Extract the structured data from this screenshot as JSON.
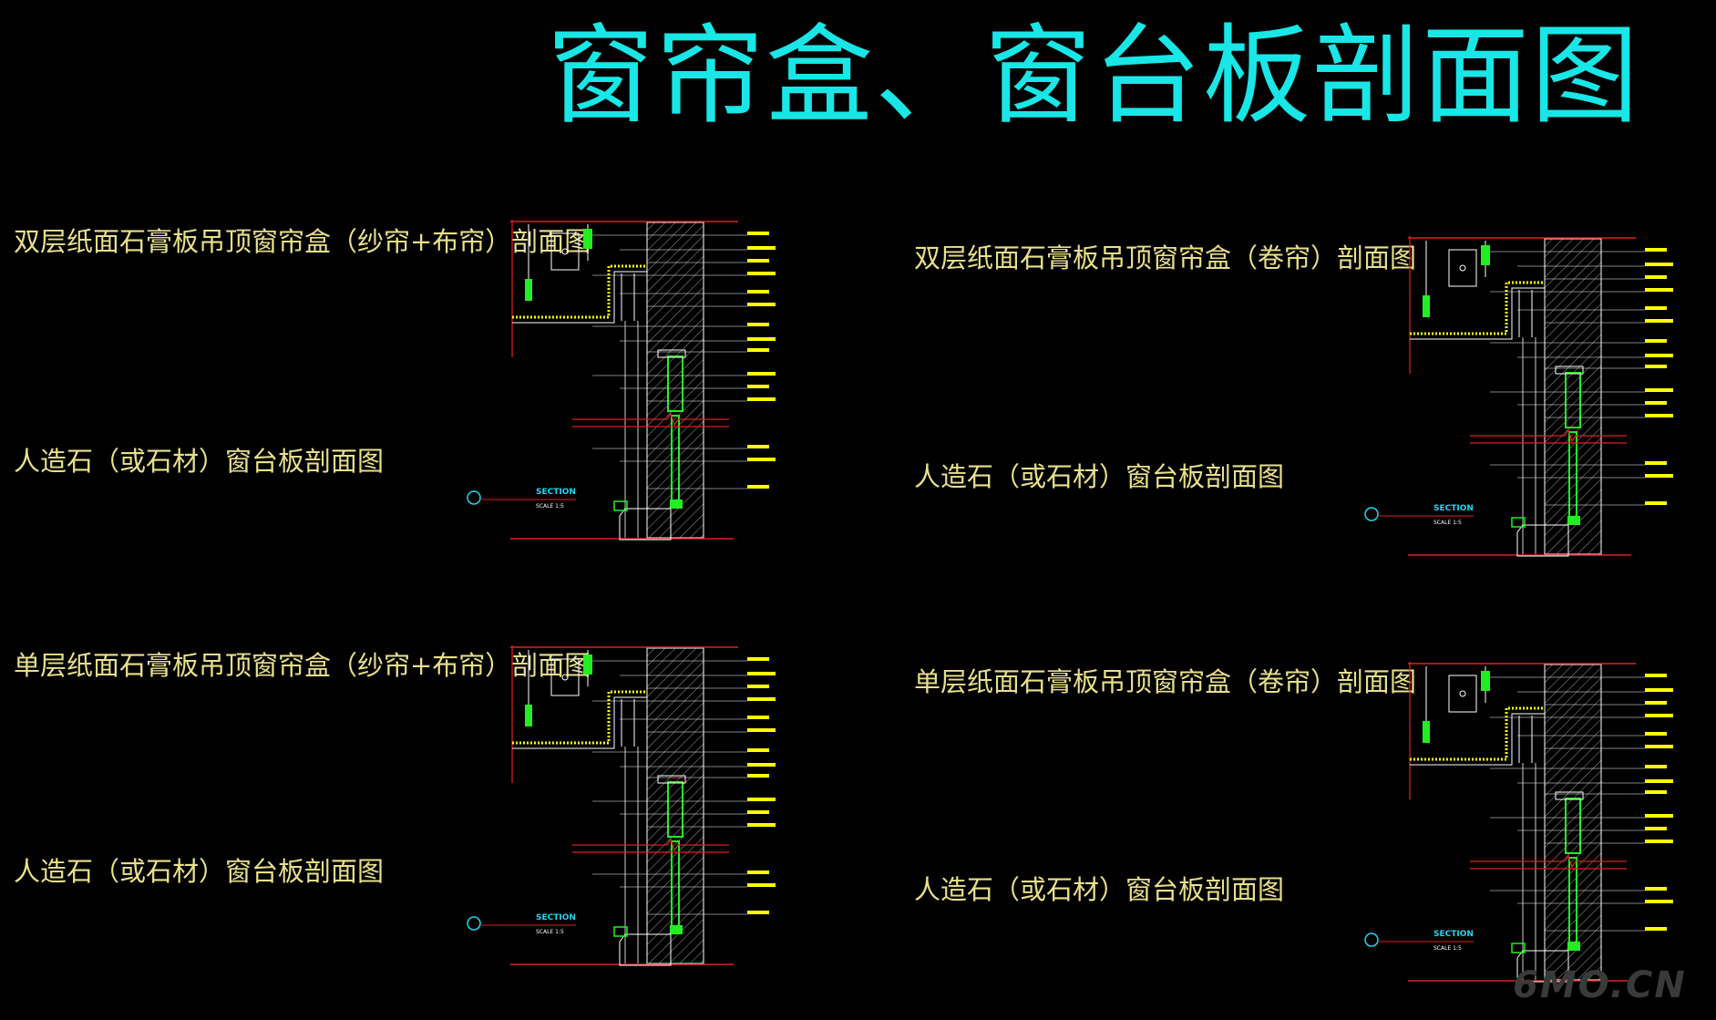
{
  "title": "窗帘盒、窗台板剖面图",
  "labels": {
    "d1_top": "双层纸面石膏板吊顶窗帘盒（纱帘+布帘）剖面图",
    "d1_bottom": "人造石（或石材）窗台板剖面图",
    "d2_top": "双层纸面石膏板吊顶窗帘盒（卷帘）剖面图",
    "d2_bottom": "人造石（或石材）窗台板剖面图",
    "d3_top": "单层纸面石膏板吊顶窗帘盒（纱帘+布帘）剖面图",
    "d3_bottom": "人造石（或石材）窗台板剖面图",
    "d4_top": "单层纸面石膏板吊顶窗帘盒（卷帘）剖面图",
    "d4_bottom": "人造石（或石材）窗台板剖面图"
  },
  "section_tag": "SECTION",
  "scale_tag": "SCALE 1:5",
  "watermark": "6MO.CN",
  "colors": {
    "title": "#19e6e6",
    "label": "#e8e08a",
    "line": "#ffffff",
    "accent_red": "#e02020",
    "accent_green": "#22ee22",
    "accent_yellow": "#ffff00",
    "tag_cyan": "#22d4f0",
    "hatch": "#9a9a9a"
  }
}
